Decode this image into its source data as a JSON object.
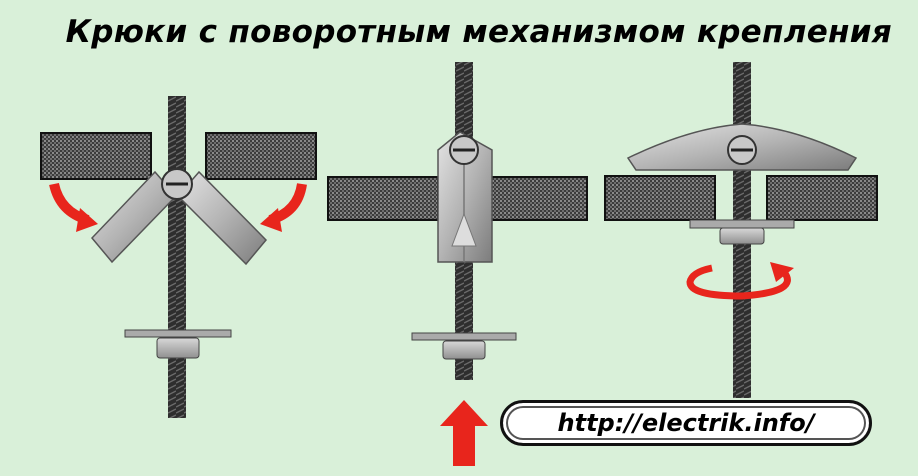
{
  "title": "Крюки с поворотным механизмом крепления",
  "url_badge": "http://electrik.info/",
  "colors": {
    "background": "#d9f0d9",
    "arrow": "#e8251c",
    "panel": "#3a3a3a",
    "metal": "#b8b8b8",
    "rod": "#2e2e2e"
  },
  "stages": [
    {
      "id": "stage-1",
      "icon": "toggle-wings-open-with-fold-arrows"
    },
    {
      "id": "stage-2",
      "icon": "toggle-wings-folded-insert-arrow"
    },
    {
      "id": "stage-3",
      "icon": "toggle-wings-locked-rotate-arrow"
    }
  ]
}
